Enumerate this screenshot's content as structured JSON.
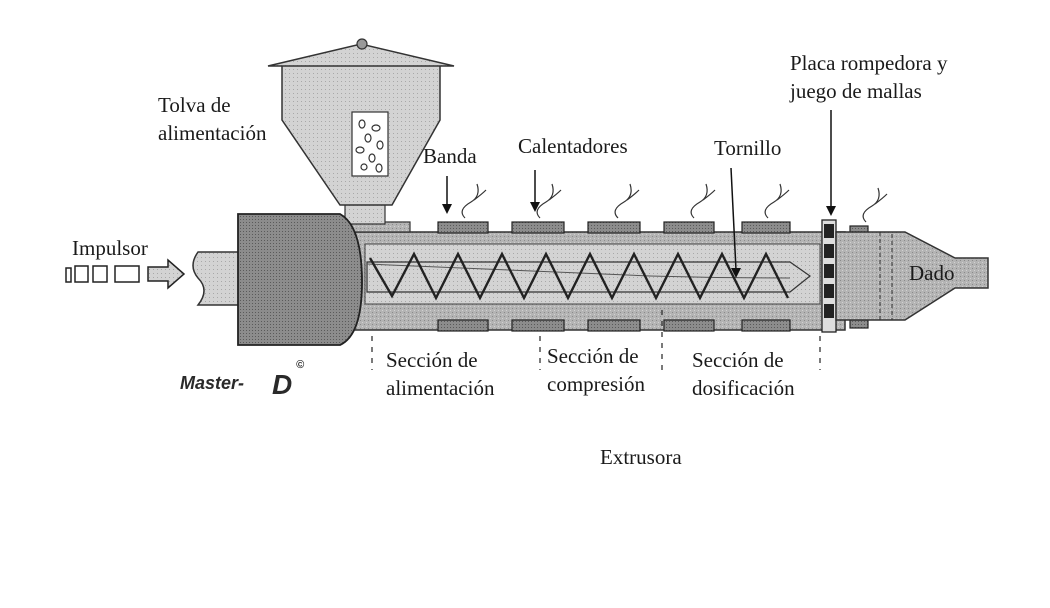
{
  "labels": {
    "hopper_line1": "Tolva de",
    "hopper_line2": "alimentación",
    "band": "Banda",
    "heaters": "Calentadores",
    "screw": "Tornillo",
    "breaker_line1": "Placa rompedora y",
    "breaker_line2": "juego de mallas",
    "drive": "Impulsor",
    "die": "Dado",
    "feed_line1": "Sección de",
    "feed_line2": "alimentación",
    "compression_line1": "Sección de",
    "compression_line2": "compresión",
    "metering_line1": "Sección de",
    "metering_line2": "dosificación",
    "caption": "Extrusora"
  },
  "logo": {
    "text": "Master-",
    "letter": "D",
    "mark": "©"
  },
  "colors": {
    "barrel": "#a6a6a6",
    "barrel_dark": "#6e6e6e",
    "heater": "#555555",
    "ink": "#1a1a1a"
  }
}
